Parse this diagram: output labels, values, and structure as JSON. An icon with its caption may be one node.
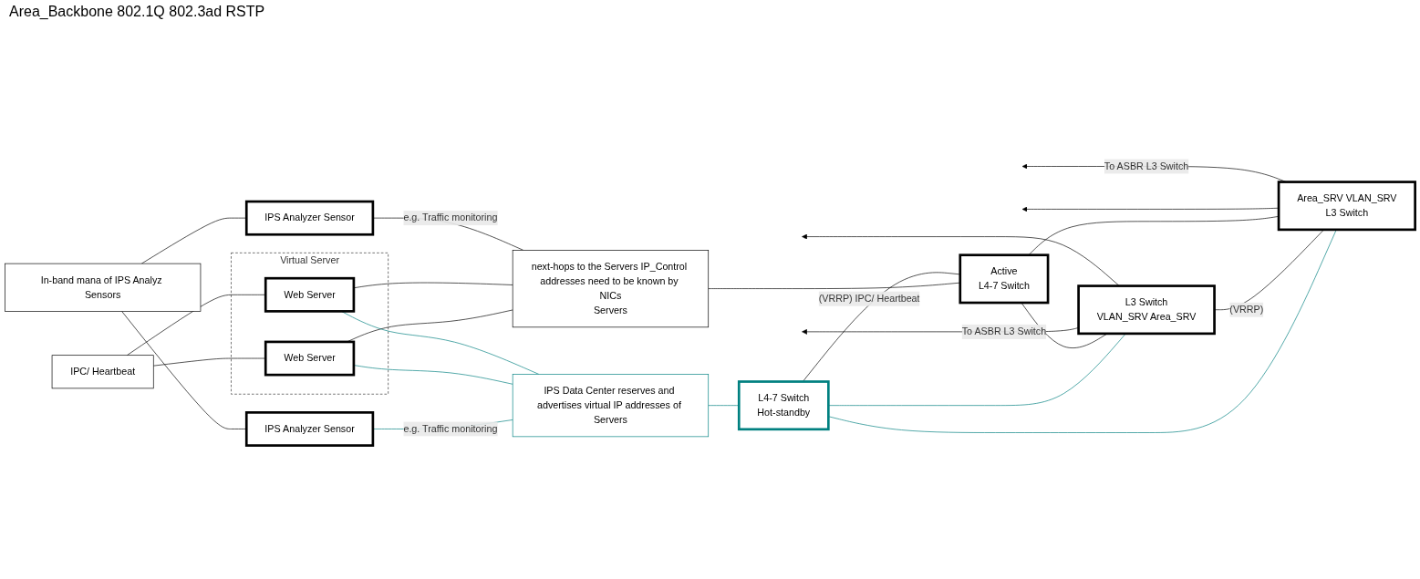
{
  "diagram": {
    "nodes": [
      {
        "text": [
          "Area_SRV VLAN_SRV",
          "L3 Switch"
        ]
      },
      {
        "text": [
          "Active",
          "L4-7 Switch"
        ]
      },
      {
        "text": [
          "L3 Switch",
          "VLAN_SRV Area_SRV"
        ]
      },
      {
        "text": [
          "L4-7 Switch",
          "Hot-standby"
        ]
      },
      {
        "text": [
          "next-hops to the Servers IP_Control addresses need to be known by NICs",
          "Servers"
        ]
      },
      {
        "text": [
          "IPS Data Center reserves and advertises virtual IP addresses of Servers"
        ]
      },
      {
        "text": [
          "Virtual Server"
        ]
      },
      {
        "text": [
          "Web Server"
        ],
        "in": 6
      },
      {
        "text": [
          "Web Server"
        ],
        "in": 6
      },
      {
        "text": [
          "IPC/ Heartbeat"
        ]
      },
      {
        "text": [
          "IPS Analyzer Sensor"
        ]
      },
      {
        "text": [
          "IPS Analyzer Sensor"
        ]
      },
      {
        "text": [
          "In-band mana of IPS Analyz Sensors"
        ]
      }
    ],
    "edges": [
      {
        "from": 0,
        "to": null,
        "arrow": "to",
        "label": "To ASBR L3 Switch"
      },
      {
        "from": 0,
        "to": null,
        "arrow": "to"
      },
      {
        "from": 2,
        "to": null,
        "arrow": "to"
      },
      {
        "from": 2,
        "to": null,
        "arrow": "to",
        "label": "To ASBR L3 Switch"
      },
      {
        "from": 0,
        "to": 1,
        "arrow": "none"
      },
      {
        "from": 0,
        "to": 2,
        "arrow": "none",
        "label": "(VRRP)"
      },
      {
        "from": 0,
        "to": 3,
        "arrow": "none",
        "color": "#008080"
      },
      {
        "from": 2,
        "to": 1,
        "arrow": "none"
      },
      {
        "from": 2,
        "to": 3,
        "arrow": "none",
        "color": "#008080"
      },
      {
        "from": 1,
        "to": 3,
        "arrow": "none",
        "label": "(VRRP) IPC/ Heartbeat"
      },
      {
        "from": 1,
        "to": 4,
        "arrow": "none"
      },
      {
        "from": 3,
        "to": 5,
        "arrow": "none",
        "color": "#008080"
      },
      {
        "from": 4,
        "to": 10,
        "arrow": "none",
        "label": "e.g. Traffic monitoring"
      },
      {
        "from": 4,
        "to": 7,
        "arrow": "none"
      },
      {
        "from": 4,
        "to": 8,
        "arrow": "none"
      },
      {
        "from": 5,
        "to": 7,
        "arrow": "none",
        "color": "#008080"
      },
      {
        "from": 5,
        "to": 8,
        "arrow": "none",
        "color": "#008080"
      },
      {
        "from": 5,
        "to": 11,
        "arrow": "none",
        "color": "#008080",
        "label": "e.g. Traffic monitoring"
      },
      {
        "from": 7,
        "to": 9,
        "arrow": "none"
      },
      {
        "from": 8,
        "to": 9,
        "arrow": "none"
      },
      {
        "from": 10,
        "to": 12,
        "arrow": "none"
      },
      {
        "from": 11,
        "to": 12,
        "arrow": "none"
      }
    ],
    "labels": [
      "Area_Backbone 802.1Q 802.3ad RSTP"
    ]
  }
}
